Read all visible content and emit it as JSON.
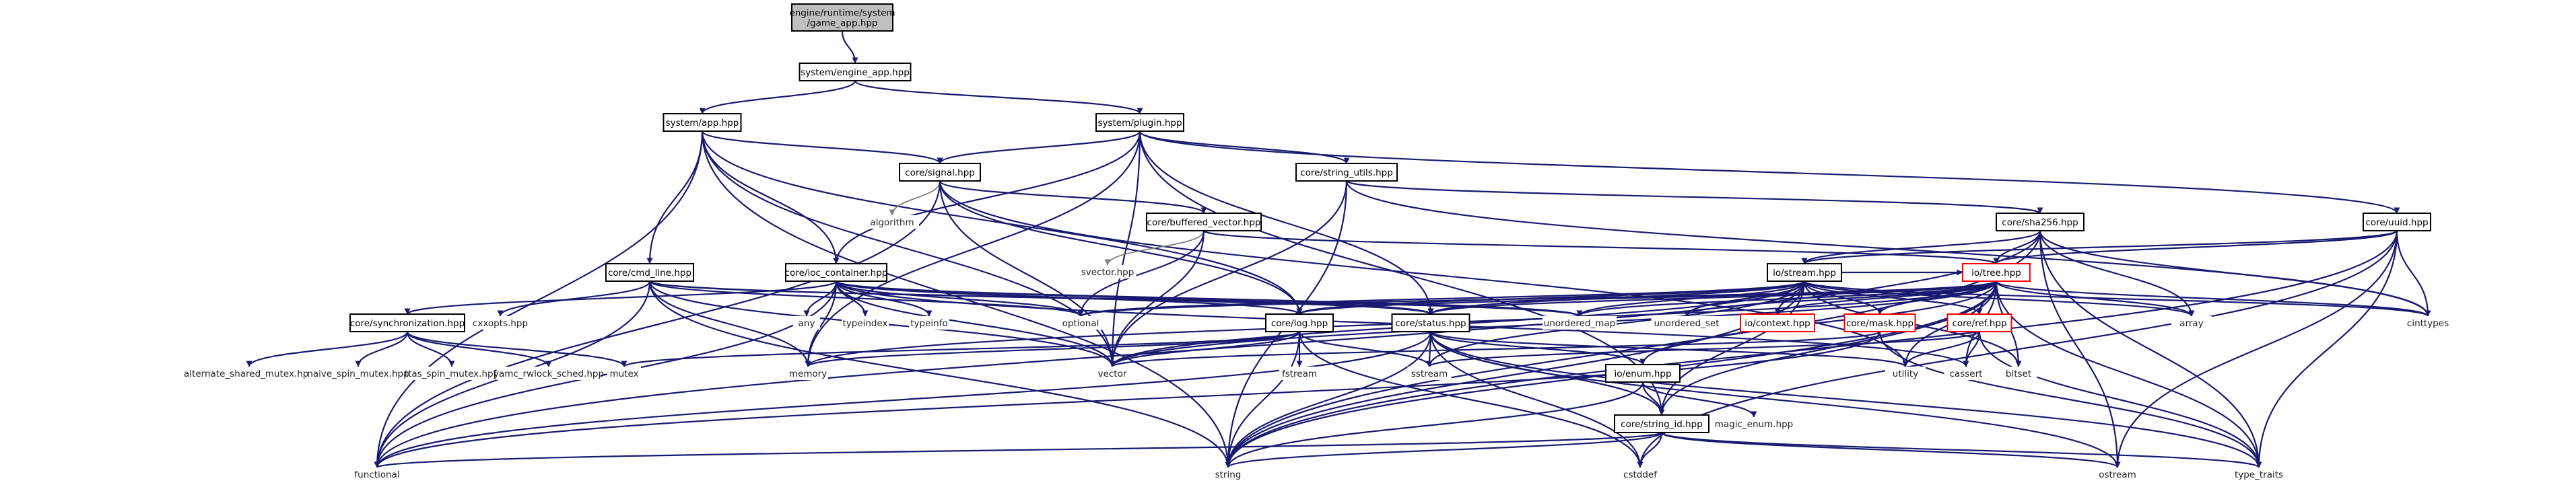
{
  "diagram": {
    "colors": {
      "edge": "#191970",
      "edge_faint": "#7f7f7f",
      "box": "#000000",
      "box_warning": "#ff0000",
      "main_fill": "#bfbfbf"
    },
    "nodes": [
      {
        "id": "game_app",
        "lines": [
          "engine/runtime/system",
          "/game_app.hpp"
        ],
        "style": "main"
      },
      {
        "id": "engine_app",
        "lines": [
          "system/engine_app.hpp"
        ],
        "style": "box"
      },
      {
        "id": "app",
        "lines": [
          "system/app.hpp"
        ],
        "style": "box"
      },
      {
        "id": "plugin",
        "lines": [
          "system/plugin.hpp"
        ],
        "style": "box"
      },
      {
        "id": "signal",
        "lines": [
          "core/signal.hpp"
        ],
        "style": "box"
      },
      {
        "id": "string_utils",
        "lines": [
          "core/string_utils.hpp"
        ],
        "style": "box"
      },
      {
        "id": "uuid",
        "lines": [
          "core/uuid.hpp"
        ],
        "style": "box"
      },
      {
        "id": "algorithm",
        "lines": [
          "algorithm"
        ],
        "style": "plain"
      },
      {
        "id": "buffered_vector",
        "lines": [
          "core/buffered_vector.hpp"
        ],
        "style": "box"
      },
      {
        "id": "sha256",
        "lines": [
          "core/sha256.hpp"
        ],
        "style": "box"
      },
      {
        "id": "svector",
        "lines": [
          "svector.hpp"
        ],
        "style": "plain"
      },
      {
        "id": "cmd_line",
        "lines": [
          "core/cmd_line.hpp"
        ],
        "style": "box"
      },
      {
        "id": "ioc_container",
        "lines": [
          "core/ioc_container.hpp"
        ],
        "style": "box"
      },
      {
        "id": "stream",
        "lines": [
          "io/stream.hpp"
        ],
        "style": "box"
      },
      {
        "id": "tree",
        "lines": [
          "io/tree.hpp"
        ],
        "style": "red"
      },
      {
        "id": "cxxopts",
        "lines": [
          "cxxopts.hpp"
        ],
        "style": "plain"
      },
      {
        "id": "synchronization",
        "lines": [
          "core/synchronization.hpp"
        ],
        "style": "box"
      },
      {
        "id": "any",
        "lines": [
          "any"
        ],
        "style": "plain"
      },
      {
        "id": "typeindex",
        "lines": [
          "typeindex"
        ],
        "style": "plain"
      },
      {
        "id": "typeinfo",
        "lines": [
          "typeinfo"
        ],
        "style": "plain"
      },
      {
        "id": "optional",
        "lines": [
          "optional"
        ],
        "style": "plain"
      },
      {
        "id": "log",
        "lines": [
          "core/log.hpp"
        ],
        "style": "box"
      },
      {
        "id": "status",
        "lines": [
          "core/status.hpp"
        ],
        "style": "box"
      },
      {
        "id": "unordered_map",
        "lines": [
          "unordered_map"
        ],
        "style": "plain"
      },
      {
        "id": "unordered_set",
        "lines": [
          "unordered_set"
        ],
        "style": "plain"
      },
      {
        "id": "context",
        "lines": [
          "io/context.hpp"
        ],
        "style": "red"
      },
      {
        "id": "mask",
        "lines": [
          "core/mask.hpp"
        ],
        "style": "red"
      },
      {
        "id": "ref",
        "lines": [
          "core/ref.hpp"
        ],
        "style": "red"
      },
      {
        "id": "array",
        "lines": [
          "array"
        ],
        "style": "plain"
      },
      {
        "id": "cinttypes",
        "lines": [
          "cinttypes"
        ],
        "style": "plain"
      },
      {
        "id": "alternate_shared_mutex",
        "lines": [
          "alternate_shared_mutex.hpp"
        ],
        "style": "plain"
      },
      {
        "id": "naive_spin_mutex",
        "lines": [
          "naive_spin_mutex.hpp"
        ],
        "style": "plain"
      },
      {
        "id": "ttas_spin_mutex",
        "lines": [
          "ttas_spin_mutex.hpp"
        ],
        "style": "plain"
      },
      {
        "id": "yamc_rwlock_sched",
        "lines": [
          "yamc_rwlock_sched.hpp"
        ],
        "style": "plain"
      },
      {
        "id": "mutex",
        "lines": [
          "mutex"
        ],
        "style": "plain"
      },
      {
        "id": "memory",
        "lines": [
          "memory"
        ],
        "style": "plain"
      },
      {
        "id": "vector",
        "lines": [
          "vector"
        ],
        "style": "plain"
      },
      {
        "id": "fstream",
        "lines": [
          "fstream"
        ],
        "style": "plain"
      },
      {
        "id": "sstream",
        "lines": [
          "sstream"
        ],
        "style": "plain"
      },
      {
        "id": "utility",
        "lines": [
          "utility"
        ],
        "style": "plain"
      },
      {
        "id": "cassert",
        "lines": [
          "cassert"
        ],
        "style": "plain"
      },
      {
        "id": "bitset",
        "lines": [
          "bitset"
        ],
        "style": "plain"
      },
      {
        "id": "enum",
        "lines": [
          "io/enum.hpp"
        ],
        "style": "box"
      },
      {
        "id": "string_id",
        "lines": [
          "core/string_id.hpp"
        ],
        "style": "box"
      },
      {
        "id": "magic_enum",
        "lines": [
          "magic_enum.hpp"
        ],
        "style": "plain"
      },
      {
        "id": "functional",
        "lines": [
          "functional"
        ],
        "style": "plain"
      },
      {
        "id": "string",
        "lines": [
          "string"
        ],
        "style": "plain"
      },
      {
        "id": "cstddef",
        "lines": [
          "cstddef"
        ],
        "style": "plain"
      },
      {
        "id": "ostream",
        "lines": [
          "ostream"
        ],
        "style": "plain"
      },
      {
        "id": "type_traits",
        "lines": [
          "type_traits"
        ],
        "style": "plain"
      }
    ],
    "edges": [
      [
        "game_app",
        "engine_app"
      ],
      [
        "engine_app",
        "app"
      ],
      [
        "engine_app",
        "plugin"
      ],
      [
        "app",
        "signal"
      ],
      [
        "app",
        "cmd_line"
      ],
      [
        "app",
        "ioc_container"
      ],
      [
        "app",
        "log"
      ],
      [
        "app",
        "vector"
      ],
      [
        "app",
        "string"
      ],
      [
        "app",
        "functional"
      ],
      [
        "plugin",
        "signal"
      ],
      [
        "plugin",
        "string_utils"
      ],
      [
        "plugin",
        "uuid"
      ],
      [
        "plugin",
        "ioc_container"
      ],
      [
        "plugin",
        "status"
      ],
      [
        "plugin",
        "string_id"
      ],
      [
        "plugin",
        "memory"
      ],
      [
        "plugin",
        "vector"
      ],
      [
        "signal",
        "algorithm"
      ],
      [
        "signal",
        "buffered_vector"
      ],
      [
        "signal",
        "log"
      ],
      [
        "signal",
        "vector"
      ],
      [
        "signal",
        "functional"
      ],
      [
        "signal",
        "utility"
      ],
      [
        "string_utils",
        "sha256"
      ],
      [
        "string_utils",
        "vector"
      ],
      [
        "string_utils",
        "string"
      ],
      [
        "string_utils",
        "cinttypes"
      ],
      [
        "uuid",
        "tree"
      ],
      [
        "uuid",
        "stream"
      ],
      [
        "uuid",
        "cinttypes"
      ],
      [
        "uuid",
        "string"
      ],
      [
        "uuid",
        "ostream"
      ],
      [
        "uuid",
        "type_traits"
      ],
      [
        "uuid",
        "cstddef"
      ],
      [
        "buffered_vector",
        "svector"
      ],
      [
        "buffered_vector",
        "vector"
      ],
      [
        "buffered_vector",
        "optional"
      ],
      [
        "buffered_vector",
        "tree"
      ],
      [
        "sha256",
        "stream"
      ],
      [
        "sha256",
        "tree"
      ],
      [
        "sha256",
        "array"
      ],
      [
        "sha256",
        "cinttypes"
      ],
      [
        "sha256",
        "string"
      ],
      [
        "sha256",
        "type_traits"
      ],
      [
        "sha256",
        "functional"
      ],
      [
        "sha256",
        "ostream"
      ],
      [
        "cmd_line",
        "cxxopts"
      ],
      [
        "cmd_line",
        "optional"
      ],
      [
        "cmd_line",
        "memory"
      ],
      [
        "cmd_line",
        "vector"
      ],
      [
        "cmd_line",
        "string"
      ],
      [
        "cmd_line",
        "functional"
      ],
      [
        "cmd_line",
        "status"
      ],
      [
        "cmd_line",
        "unordered_map"
      ],
      [
        "ioc_container",
        "synchronization"
      ],
      [
        "ioc_container",
        "any"
      ],
      [
        "ioc_container",
        "typeindex"
      ],
      [
        "ioc_container",
        "typeinfo"
      ],
      [
        "ioc_container",
        "optional"
      ],
      [
        "ioc_container",
        "memory"
      ],
      [
        "ioc_container",
        "unordered_map"
      ],
      [
        "ioc_container",
        "log"
      ],
      [
        "ioc_container",
        "status"
      ],
      [
        "ioc_container",
        "functional"
      ],
      [
        "ioc_container",
        "vector"
      ],
      [
        "ioc_container",
        "cassert"
      ],
      [
        "stream",
        "tree"
      ],
      [
        "stream",
        "log"
      ],
      [
        "stream",
        "status"
      ],
      [
        "stream",
        "optional"
      ],
      [
        "stream",
        "unordered_map"
      ],
      [
        "stream",
        "unordered_set"
      ],
      [
        "stream",
        "context"
      ],
      [
        "stream",
        "mask"
      ],
      [
        "stream",
        "ref"
      ],
      [
        "stream",
        "array"
      ],
      [
        "stream",
        "cinttypes"
      ],
      [
        "stream",
        "vector"
      ],
      [
        "stream",
        "string"
      ],
      [
        "stream",
        "string_id"
      ],
      [
        "stream",
        "bitset"
      ],
      [
        "stream",
        "sstream"
      ],
      [
        "tree",
        "log"
      ],
      [
        "tree",
        "status"
      ],
      [
        "tree",
        "mask"
      ],
      [
        "tree",
        "ref"
      ],
      [
        "tree",
        "context"
      ],
      [
        "tree",
        "array"
      ],
      [
        "tree",
        "cinttypes"
      ],
      [
        "tree",
        "unordered_map"
      ],
      [
        "tree",
        "unordered_set"
      ],
      [
        "tree",
        "optional"
      ],
      [
        "tree",
        "bitset"
      ],
      [
        "tree",
        "vector"
      ],
      [
        "tree",
        "string"
      ],
      [
        "tree",
        "string_id"
      ],
      [
        "tree",
        "utility"
      ],
      [
        "tree",
        "cassert"
      ],
      [
        "tree",
        "type_traits"
      ],
      [
        "tree",
        "enum"
      ],
      [
        "tree",
        "memory"
      ],
      [
        "synchronization",
        "alternate_shared_mutex"
      ],
      [
        "synchronization",
        "naive_spin_mutex"
      ],
      [
        "synchronization",
        "ttas_spin_mutex"
      ],
      [
        "synchronization",
        "yamc_rwlock_sched"
      ],
      [
        "synchronization",
        "mutex"
      ],
      [
        "log",
        "mutex"
      ],
      [
        "log",
        "memory"
      ],
      [
        "log",
        "vector"
      ],
      [
        "log",
        "fstream"
      ],
      [
        "log",
        "sstream"
      ],
      [
        "log",
        "string"
      ],
      [
        "log",
        "cstddef"
      ],
      [
        "status",
        "string"
      ],
      [
        "status",
        "sstream"
      ],
      [
        "status",
        "enum"
      ],
      [
        "status",
        "string_id"
      ],
      [
        "status",
        "functional"
      ],
      [
        "status",
        "cstddef"
      ],
      [
        "status",
        "utility"
      ],
      [
        "status",
        "ostream"
      ],
      [
        "status",
        "type_traits"
      ],
      [
        "mask",
        "vector"
      ],
      [
        "mask",
        "functional"
      ],
      [
        "mask",
        "type_traits"
      ],
      [
        "ref",
        "utility"
      ],
      [
        "ref",
        "cassert"
      ],
      [
        "ref",
        "sstream"
      ],
      [
        "ref",
        "type_traits"
      ],
      [
        "enum",
        "string_id"
      ],
      [
        "enum",
        "magic_enum"
      ],
      [
        "enum",
        "string"
      ],
      [
        "string_id",
        "functional"
      ],
      [
        "string_id",
        "string"
      ],
      [
        "string_id",
        "cstddef"
      ],
      [
        "string_id",
        "ostream"
      ],
      [
        "string_id",
        "type_traits"
      ]
    ]
  }
}
